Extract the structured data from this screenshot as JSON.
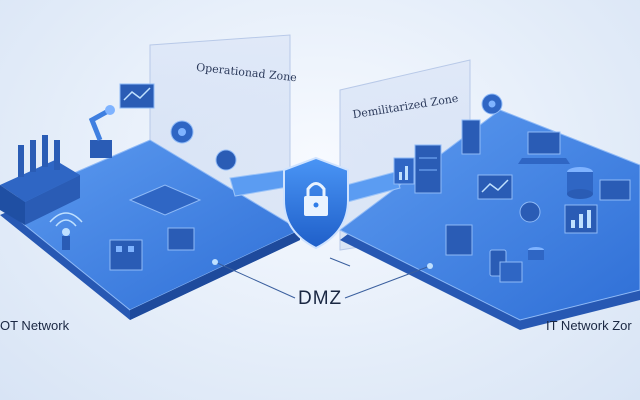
{
  "labels": {
    "operational_zone": "Operationad Zone",
    "demilitarized_zone": "Demilitarized Zone",
    "ot_network": "OT Network",
    "dmz": "DMZ",
    "it_network": "IT Network Zor"
  },
  "colors": {
    "platform_top": "#3f82e6",
    "platform_side": "#2a5fbf",
    "glass_panel": "#cfdcf2",
    "shield": "#2f7de8",
    "icon_dark": "#214c9e",
    "icon_light": "#7fb3ff"
  },
  "icons": [
    "factory-icon",
    "robot-arm-icon",
    "monitor-icon",
    "gear-icon",
    "wifi-antenna-icon",
    "server-rack-icon",
    "lock-shield-icon",
    "database-icon",
    "laptop-icon",
    "chart-icon"
  ]
}
